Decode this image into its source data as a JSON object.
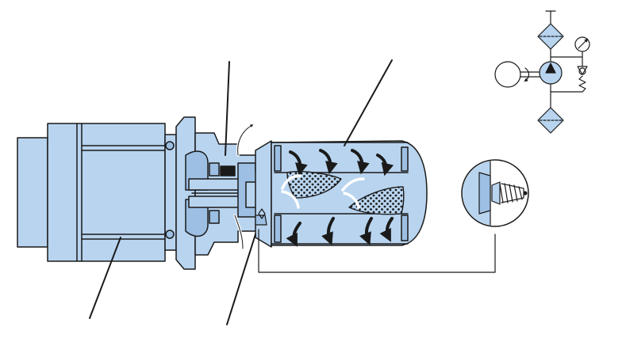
{
  "diagram": {
    "components": [
      "electric-motor",
      "motor-pump-flange",
      "gear-pump",
      "filter-housing",
      "filter-element",
      "bypass-valve",
      "bypass-valve-detail",
      "hydraulic-symbol"
    ],
    "symbol_elements": [
      "motor",
      "pump",
      "suction-filter",
      "pressure-filter",
      "check-valve",
      "spring",
      "pressure-gauge"
    ],
    "colors": {
      "fill": "#b8d4ef",
      "fill_dark": "#9dbfe3",
      "line": "#1a1a1a",
      "background": "#ffffff"
    }
  }
}
